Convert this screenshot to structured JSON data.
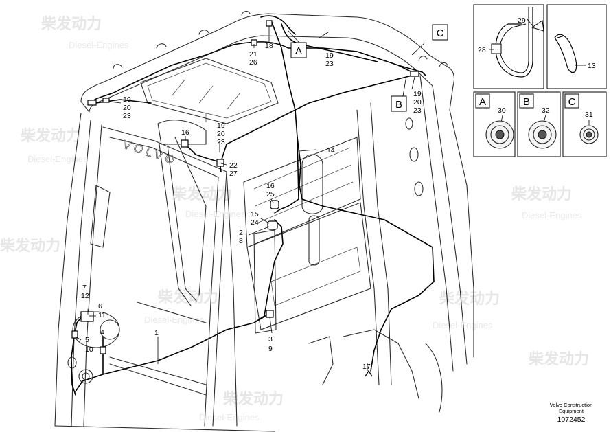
{
  "brand_text": "VOLVO",
  "watermark": {
    "cn": "柴发动力",
    "en": "Diesel-Engines"
  },
  "footer": {
    "line1": "Volvo Construction",
    "line2": "Equipment",
    "drawing_number": "1072452"
  },
  "detail_letters": [
    "A",
    "B",
    "C"
  ],
  "callouts": {
    "c1": "1",
    "c2_8": [
      "2",
      "8"
    ],
    "c3_9": [
      "3",
      "9"
    ],
    "c4_10": [
      "4",
      "10"
    ],
    "c5": "5",
    "c6_11": [
      "6",
      "11"
    ],
    "c7_12": [
      "7",
      "12"
    ],
    "c14": "14",
    "c15_24": [
      "15",
      "24"
    ],
    "c16_25": [
      "16",
      "25"
    ],
    "c16": "16",
    "c17": "17",
    "c18": "18",
    "c19_23_top": [
      "19",
      "23"
    ],
    "c19_20_23_left": [
      "19",
      "20",
      "23"
    ],
    "c19_20_23_mid": [
      "19",
      "20",
      "23"
    ],
    "c19_20_23_right": [
      "19",
      "20",
      "23"
    ],
    "c21_26": [
      "21",
      "26"
    ],
    "c22_27": [
      "22",
      "27"
    ]
  },
  "detail_panels": {
    "tie": [
      "29",
      "28"
    ],
    "clip": "13",
    "A": "30",
    "B": "32",
    "C": "31"
  }
}
